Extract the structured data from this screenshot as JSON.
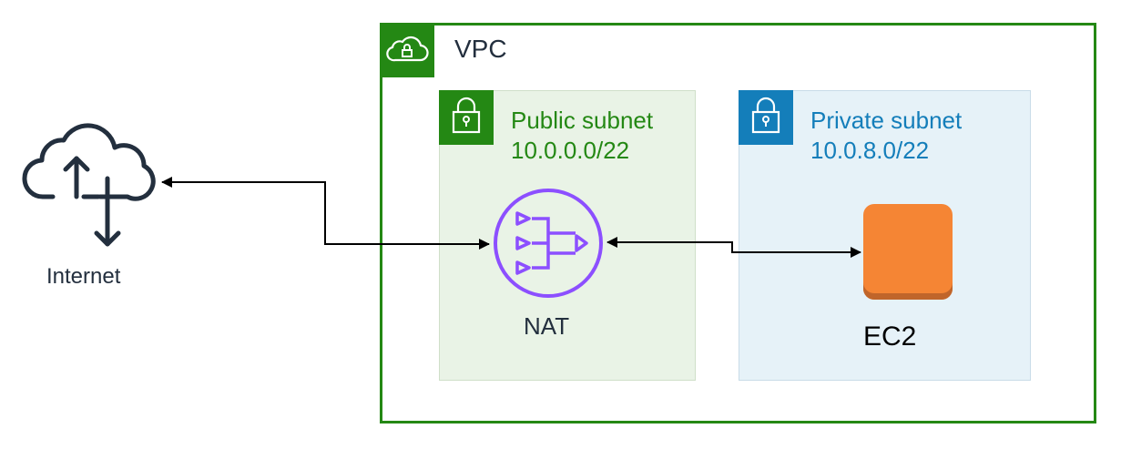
{
  "vpc": {
    "label": "VPC",
    "icon": "cloud-lock-icon",
    "color": "#248814"
  },
  "public_subnet": {
    "label": "Public subnet",
    "cidr": "10.0.0.0/22",
    "icon": "lock-icon",
    "color": "#248814"
  },
  "private_subnet": {
    "label": "Private subnet",
    "cidr": "10.0.8.0/22",
    "icon": "lock-icon",
    "color": "#147eba"
  },
  "nodes": {
    "internet": {
      "label": "Internet",
      "icon": "cloud-upload-download-icon"
    },
    "nat": {
      "label": "NAT",
      "icon": "nat-gateway-icon",
      "color": "#8c4fff"
    },
    "ec2": {
      "label": "EC2",
      "icon": "ec2-instance-icon",
      "color": "#f58534"
    }
  },
  "edges": [
    {
      "from": "internet",
      "to": "nat",
      "bidirectional": true
    },
    {
      "from": "nat",
      "to": "ec2",
      "bidirectional": true
    }
  ]
}
